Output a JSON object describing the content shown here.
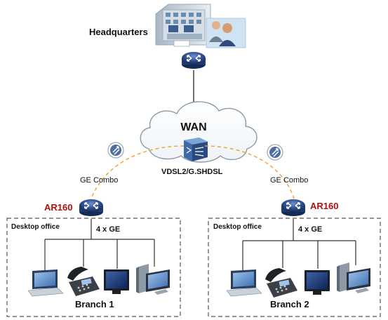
{
  "labels": {
    "headquarters": "Headquarters",
    "wan": "WAN",
    "wan_link": "VDSL2/G.SHDSL",
    "left_uplink": "GE Combo",
    "right_uplink": "GE Combo",
    "left_router": "AR160",
    "right_router": "AR160",
    "left_office": "Desktop office",
    "right_office": "Desktop office",
    "left_ports": "4 x GE",
    "right_ports": "4 x GE",
    "branch1": "Branch 1",
    "branch2": "Branch 2"
  },
  "colors": {
    "router_label": "#b01010",
    "dashed_link": "#f0a030",
    "router_body": "#2d4b8a",
    "cloud_stroke": "#8a9aa8"
  },
  "icons": {
    "headquarters": "office-building-icon",
    "users": "users-icon",
    "router": "router-icon",
    "wan_switch": "dslam-icon",
    "link": "link-badge-icon",
    "laptop": "laptop-icon",
    "phone": "ip-phone-icon",
    "monitor": "monitor-icon",
    "pc": "desktop-pc-icon"
  }
}
